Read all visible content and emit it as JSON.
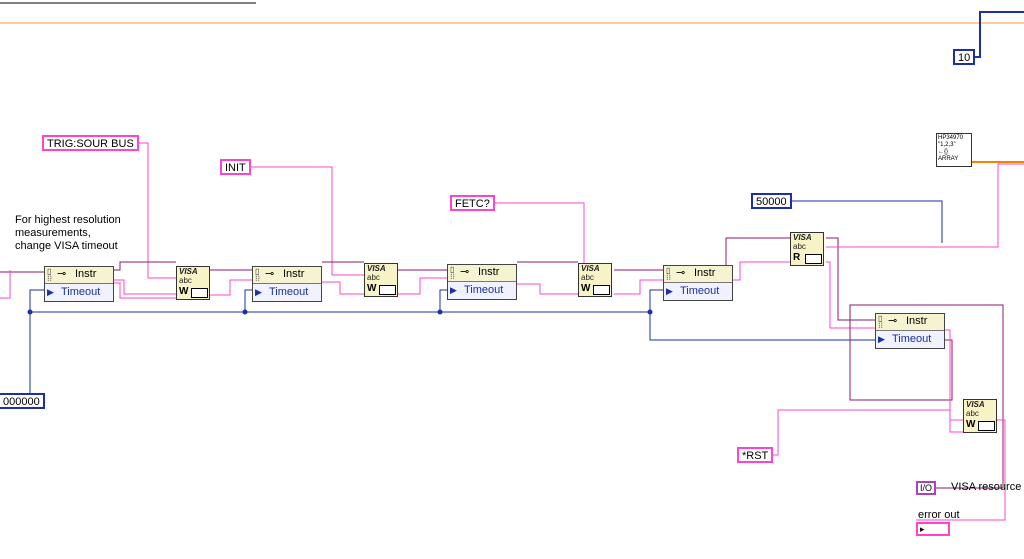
{
  "constants": {
    "trig_sour": "TRIG:SOUR BUS",
    "init": "INIT",
    "fetc": "FETC?",
    "num_50000": "50000",
    "num_10": "10",
    "timeout_value": "000000",
    "rst": "*RST"
  },
  "comment": "For highest resolution\nmeasurements,\nchange VISA timeout",
  "property_nodes": [
    {
      "class": "Instr",
      "property": "Timeout"
    },
    {
      "class": "Instr",
      "property": "Timeout"
    },
    {
      "class": "Instr",
      "property": "Timeout"
    },
    {
      "class": "Instr",
      "property": "Timeout"
    },
    {
      "class": "Instr",
      "property": "Timeout"
    }
  ],
  "visa_nodes": [
    {
      "title": "VISA",
      "sub": "abc",
      "mode": "W"
    },
    {
      "title": "VISA",
      "sub": "abc",
      "mode": "W"
    },
    {
      "title": "VISA",
      "sub": "abc",
      "mode": "W"
    },
    {
      "title": "VISA",
      "sub": "abc",
      "mode": "R"
    },
    {
      "title": "VISA",
      "sub": "abc",
      "mode": "W"
    }
  ],
  "array_node": {
    "text": "HP34970\n\"1,2,3\"\n←{}\nARRAY"
  },
  "terminals": {
    "visa_resource": {
      "glyph": "I/O",
      "label": "VISA resource"
    },
    "error_out": {
      "glyph": "▸",
      "label": "error out"
    }
  },
  "colors": {
    "string_wire": "#ff44cc",
    "visa_wire": "#8b1a6b",
    "numeric_wire": "#1a2fa8",
    "array_wire": "#ff8000"
  }
}
